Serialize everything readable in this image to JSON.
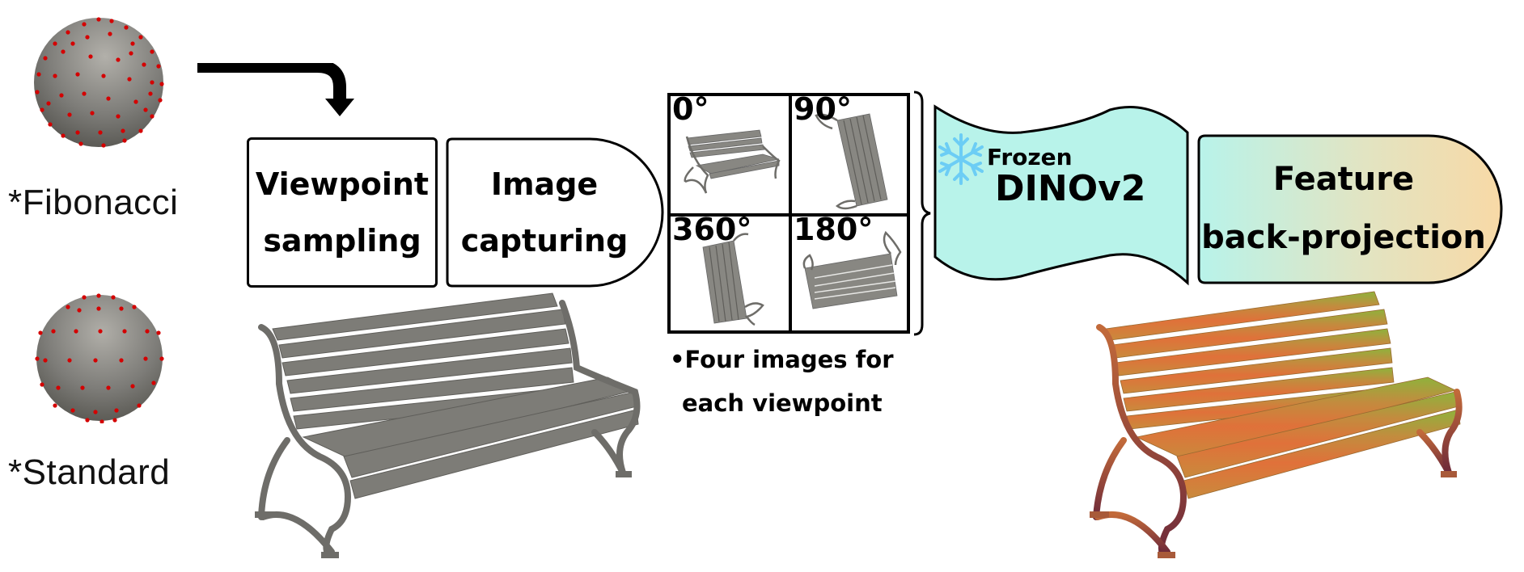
{
  "diagram": {
    "title": "Viewpoint sampling to feature back-projection pipeline",
    "sampling_methods": [
      {
        "label": "*Fibonacci",
        "sphere": "sphere-with-red-points-fibonacci"
      },
      {
        "label": "*Standard",
        "sphere": "sphere-with-red-points-standard"
      }
    ],
    "steps": {
      "viewpoint_sampling": {
        "line1": "Viewpoint",
        "line2": "sampling"
      },
      "image_capturing": {
        "line1": "Image",
        "line2": "capturing"
      },
      "dino": {
        "prefix": "Frozen",
        "model": "DINOv2",
        "icon": "snowflake-icon"
      },
      "feature_backprojection": {
        "line1": "Feature",
        "line2": "back-projection"
      }
    },
    "rotations": [
      {
        "angle": "0°"
      },
      {
        "angle": "90°"
      },
      {
        "angle": "360°"
      },
      {
        "angle": "180°"
      }
    ],
    "rotation_note": {
      "line1": "•Four images for",
      "line2": "each viewpoint"
    },
    "colors": {
      "point": "#d40000",
      "sphere": "#8a8985",
      "bench_gray": "#7d7c77",
      "dino_fill": "#b8f3ea",
      "snowflake": "#6ccdf5",
      "gradient_start": "#b8f3ea",
      "gradient_end": "#f8d9a6",
      "feat_green": "#8fb23c",
      "feat_orange": "#e0713a",
      "feat_red": "#8a2f3a"
    }
  }
}
